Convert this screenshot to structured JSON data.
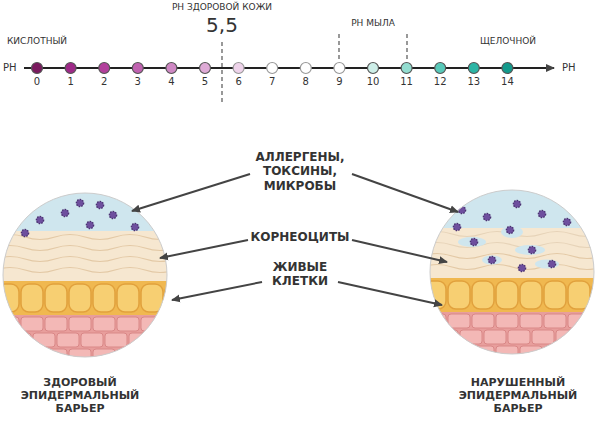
{
  "diagram": {
    "labels": [
      "КИСЛОТНЫЙ",
      "РН ЗДОРОВОЙ КОЖИ",
      "5,5",
      "РН МЫЛА",
      "ЩЕЛОЧНОЙ",
      "РН",
      "0",
      "1",
      "2",
      "3",
      "4",
      "5",
      "6",
      "7",
      "8",
      "9",
      "10",
      "11",
      "12",
      "13",
      "14",
      "РН",
      "АЛЛЕРГЕНЫ, ТОКСИНЫ, МИКРОБЫ",
      "КОРНЕОЦИТЫ",
      "ЖИВЫЕ КЛЕТКИ",
      "ЗДОРОВЫЙ ЭПИДЕРМАЛЬНЫЙ БАРЬЕР",
      "НАРУШЕННЫЙ ЭПИДЕРМАЛЬНЫЙ БАРЬЕР"
    ]
  }
}
